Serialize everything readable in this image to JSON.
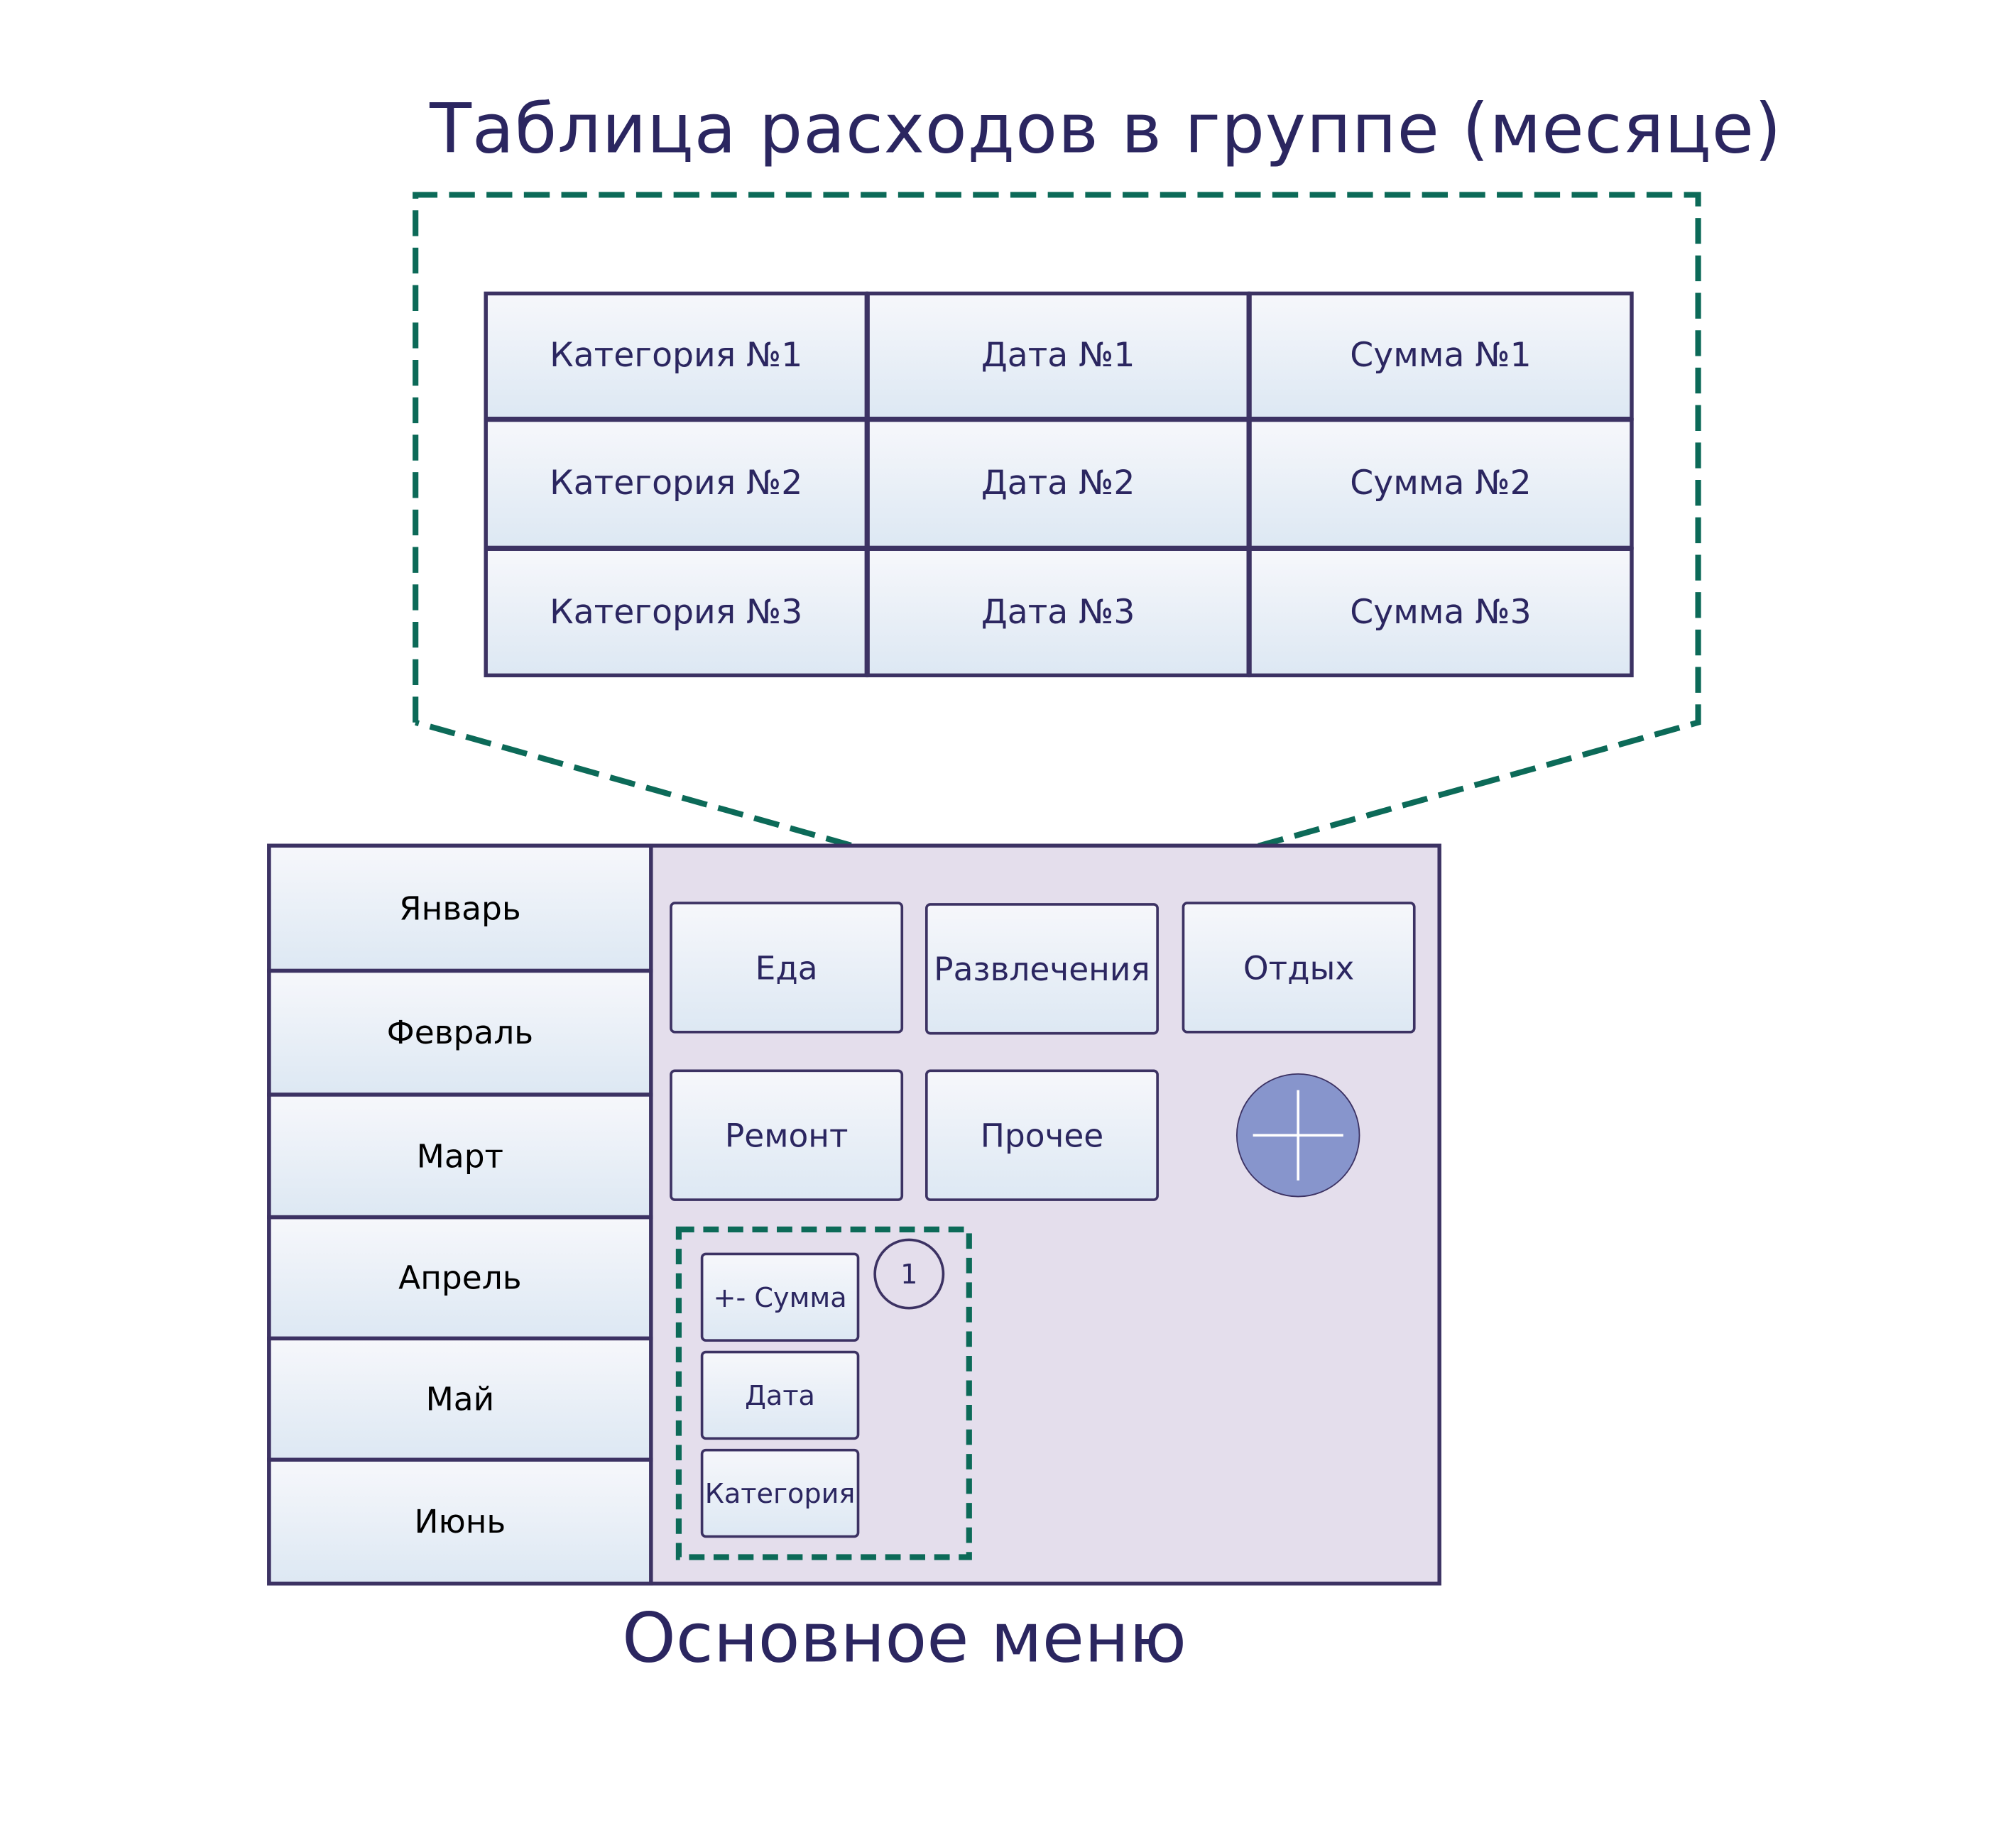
{
  "title": "Таблица расходов в группе (месяце)",
  "caption": "Основное меню",
  "colors": {
    "text": "#2b2660",
    "border": "#3c3263",
    "dashed_outline": "#0c6a58",
    "panel_background": "#e4deec",
    "add_button": "#8795cc"
  },
  "expense_table": {
    "rows": [
      [
        "Категория №1",
        "Дата №1",
        "Сумма №1"
      ],
      [
        "Категория №2",
        "Дата №2",
        "Сумма №2"
      ],
      [
        "Категория №3",
        "Дата №3",
        "Сумма №3"
      ]
    ]
  },
  "months": [
    "Январь",
    "Февраль",
    "Март",
    "Апрель",
    "Май",
    "Июнь"
  ],
  "categories": [
    "Еда",
    "Развлечения",
    "Отдых",
    "Ремонт",
    "Прочее"
  ],
  "add_button_icon": "plus-icon",
  "action_group": {
    "badge": "1",
    "buttons": [
      "+- Сумма",
      "Дата",
      "Категория"
    ]
  }
}
